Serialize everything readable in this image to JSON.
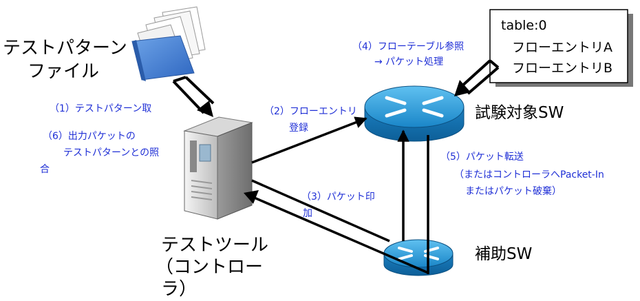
{
  "labels": {
    "test_pattern_file_line1": "テストパターン",
    "test_pattern_file_line2": "ファイル",
    "test_tool_line1": "テストツール",
    "test_tool_line2": "（コントロー",
    "test_tool_line3": "ラ）",
    "target_sw": "試験対象SW",
    "aux_sw": "補助SW"
  },
  "table": {
    "title": "table:0",
    "entry1": "フローエントリA",
    "entry2": "フローエントリB"
  },
  "steps": {
    "s1": "（1）テストパターン取",
    "s6_line1": "（6）出力パケットの",
    "s6_line2": "テストパターンとの照",
    "s6_line3": "合",
    "s2_line1": "（2）フローエントリ",
    "s2_line2": "登録",
    "s3_line1": "（3）パケット印",
    "s3_line2": "加",
    "s4_line1": "（4）フローテーブル参照",
    "s4_line2": "→ パケット処理",
    "s5_line1": "（5）パケット転送",
    "s5_line2": "（またはコントローラへPacket-In",
    "s5_line3": "またはパケット破棄）"
  },
  "colors": {
    "annotation_blue": "#1f2fd6",
    "router_blue": "#1f8ed0",
    "folder_blue": "#3f7fd6"
  }
}
